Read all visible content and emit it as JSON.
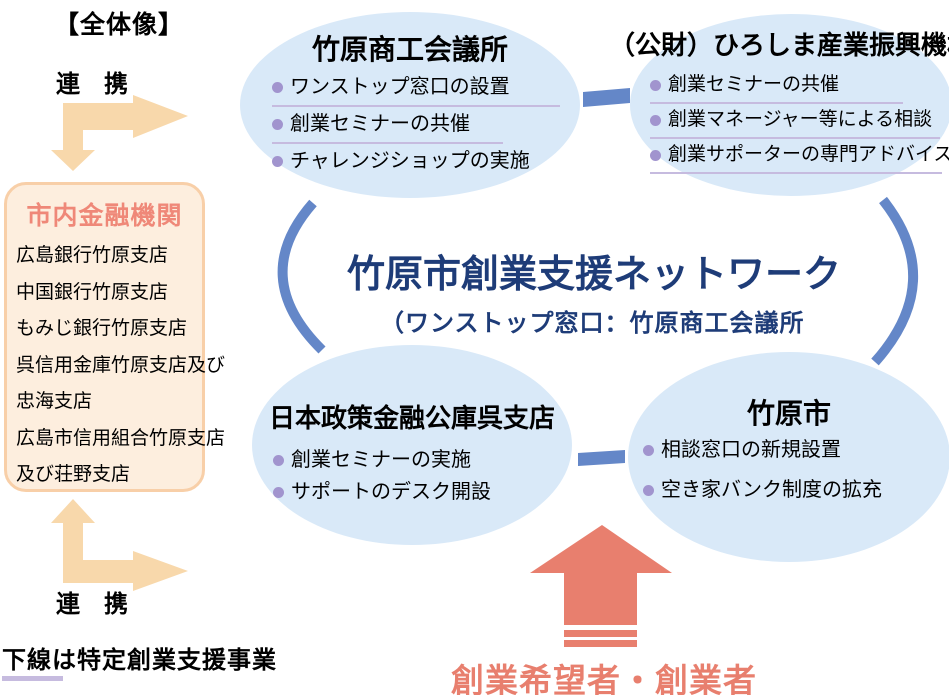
{
  "labels": {
    "overview": "【全体像】",
    "renkei_top": "連　携",
    "renkei_bottom": "連　携",
    "note_underlined": "下線",
    "note_rest": "は特定創業支援事業",
    "founders": "創業希望者・創業者"
  },
  "financial_box": {
    "title": "市内金融機関",
    "items": [
      "広島銀行竹原支店",
      "中国銀行竹原支店",
      "もみじ銀行竹原支店",
      "呉信用金庫竹原支店及び",
      "忠海支店",
      "広島市信用組合竹原支店",
      "及び荘野支店"
    ]
  },
  "network": {
    "title": "竹原市創業支援ネットワーク",
    "subtitle": "（ワンストップ窓口：竹原商工会議所"
  },
  "orgs": {
    "chamber": {
      "name": "竹原商工会議所",
      "items": [
        {
          "text": "ワンストップ窓口の設置",
          "underline": true
        },
        {
          "text": "創業セミナーの共催",
          "underline": true
        },
        {
          "text": "チャレンジショップの実施",
          "underline": false
        }
      ]
    },
    "hipa": {
      "name": "（公財）ひろしま産業振興機構",
      "items": [
        {
          "text": "創業セミナーの共催",
          "underline": true
        },
        {
          "text": "創業マネージャー等による相談",
          "underline": true
        },
        {
          "text": "創業サポーターの専門アドバイス",
          "underline": true
        }
      ]
    },
    "jfc": {
      "name": "日本政策金融公庫呉支店",
      "items": [
        {
          "text": "創業セミナーの実施",
          "underline": false
        },
        {
          "text": "サポートのデスク開設",
          "underline": false
        }
      ]
    },
    "city": {
      "name": "竹原市",
      "items": [
        {
          "text": "相談窓口の新規設置",
          "underline": false
        },
        {
          "text": "空き家バンク制度の拡充",
          "underline": false
        }
      ]
    }
  },
  "colors": {
    "ellipse_fill": "#d9e9f8",
    "connector_blue": "#6487c8",
    "network_navy": "#1e3c78",
    "bullet_purple": "#a194ce",
    "underline_purple": "#c6bbdf",
    "box_fill": "#fdeede",
    "box_border": "#f8cfa8",
    "box_title_salmon": "#ef8878",
    "link_arrow_orange": "#f8d8ab",
    "founders_pink": "#e87f6e"
  }
}
